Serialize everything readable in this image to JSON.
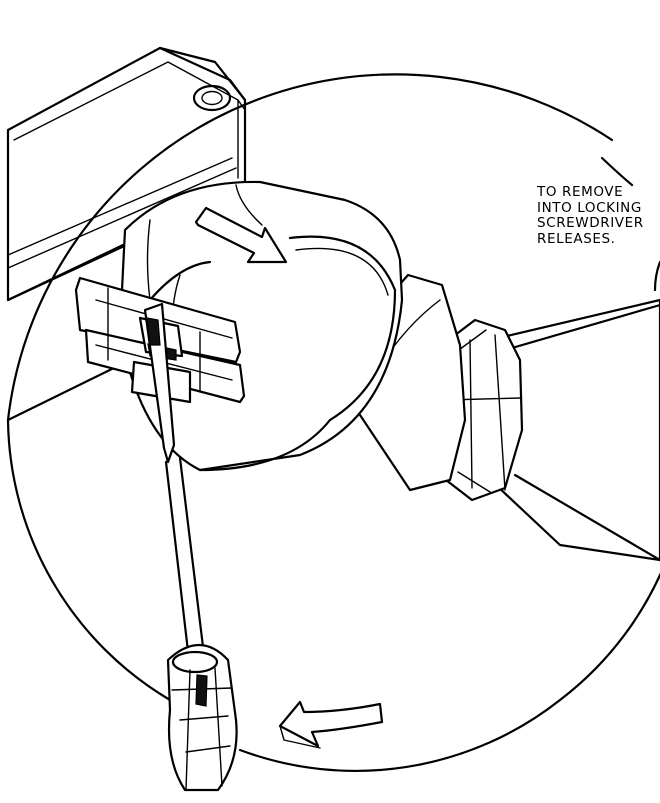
{
  "callout": {
    "lines": [
      "TO REMOVE",
      "INTO LOCKING",
      "SCREWDRIVER",
      "RELEASES."
    ]
  }
}
